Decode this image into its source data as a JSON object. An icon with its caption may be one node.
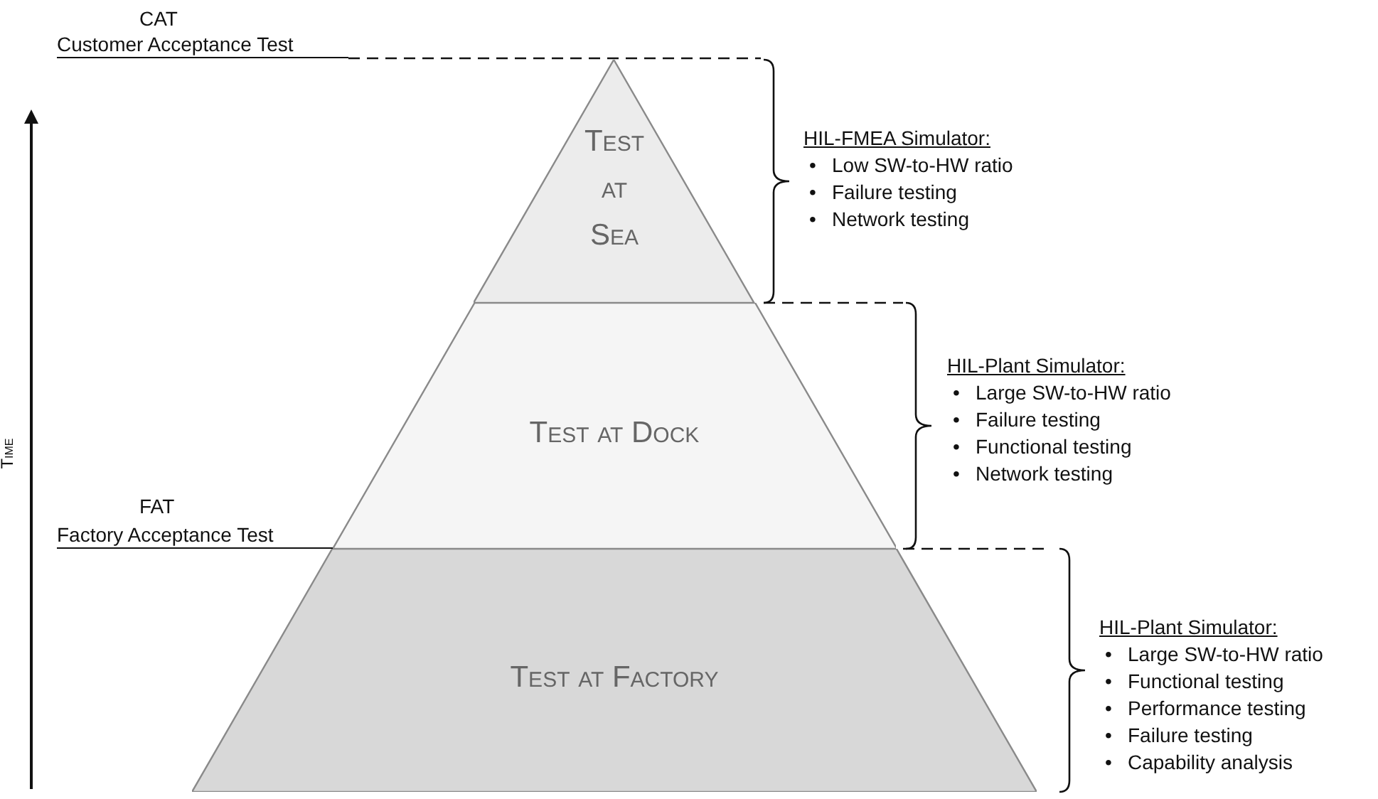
{
  "diagram": {
    "nodes": [
      {
        "text": [
          "Test at Sea"
        ]
      },
      {
        "text": [
          "Test at Dock"
        ]
      },
      {
        "text": [
          "Test at Factory"
        ]
      }
    ],
    "labels": [
      "CAT",
      "Customer Acceptance Test",
      "FAT",
      "Factory Acceptance Test",
      "Time",
      "HIL-FMEA Simulator:",
      "•",
      "Low SW-to-HW ratio",
      "•",
      "Failure testing",
      "•",
      "Network testing",
      "HIL-Plant Simulator:",
      "•",
      "Large SW-to-HW ratio",
      "•",
      "Failure testing",
      "•",
      "Functional testing",
      "•",
      "Network testing",
      "HIL-Plant Simulator:",
      "•",
      "Large SW-to-HW ratio",
      "•",
      "Functional testing",
      "•",
      "Performance testing",
      "•",
      "Failure testing",
      "•",
      "Capability analysis"
    ]
  }
}
